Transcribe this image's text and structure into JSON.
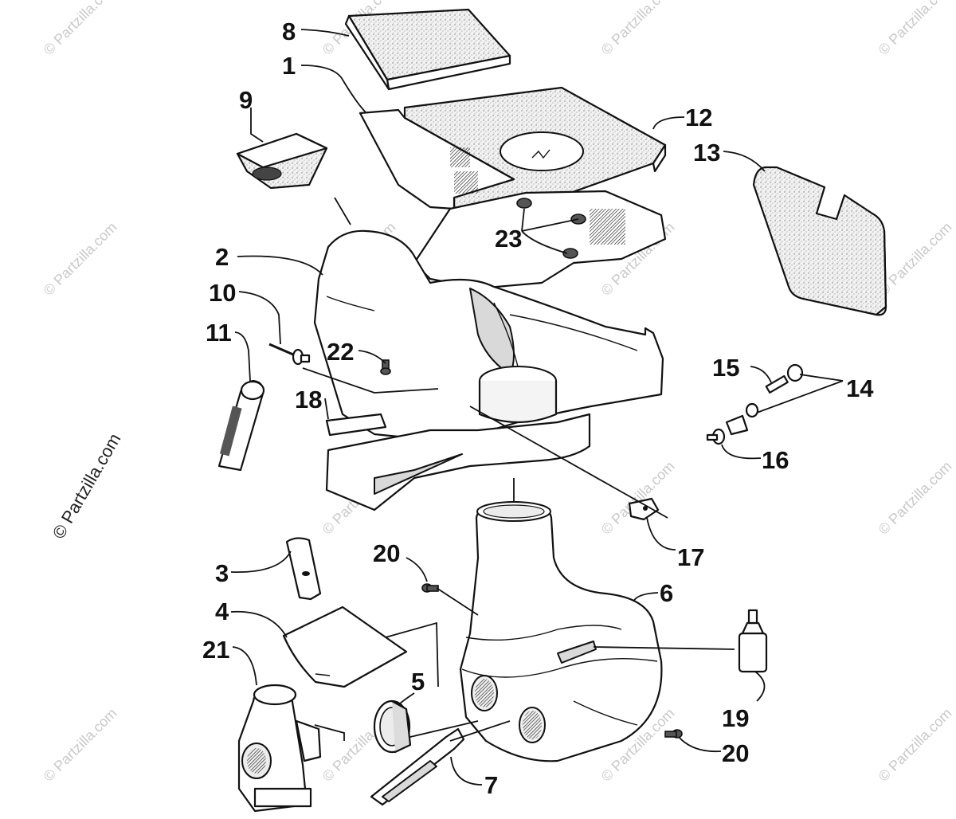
{
  "watermark": {
    "text": "© Partzilla.com",
    "side_text": "© Partzilla.com"
  },
  "callouts": {
    "c1": "1",
    "c2": "2",
    "c3": "3",
    "c4": "4",
    "c5": "5",
    "c6": "6",
    "c7": "7",
    "c8": "8",
    "c9": "9",
    "c10": "10",
    "c11": "11",
    "c12": "12",
    "c13": "13",
    "c14": "14",
    "c15": "15",
    "c16": "16",
    "c17": "17",
    "c18": "18",
    "c19": "19",
    "c20a": "20",
    "c20b": "20",
    "c21": "21",
    "c22": "22",
    "c23": "23"
  }
}
